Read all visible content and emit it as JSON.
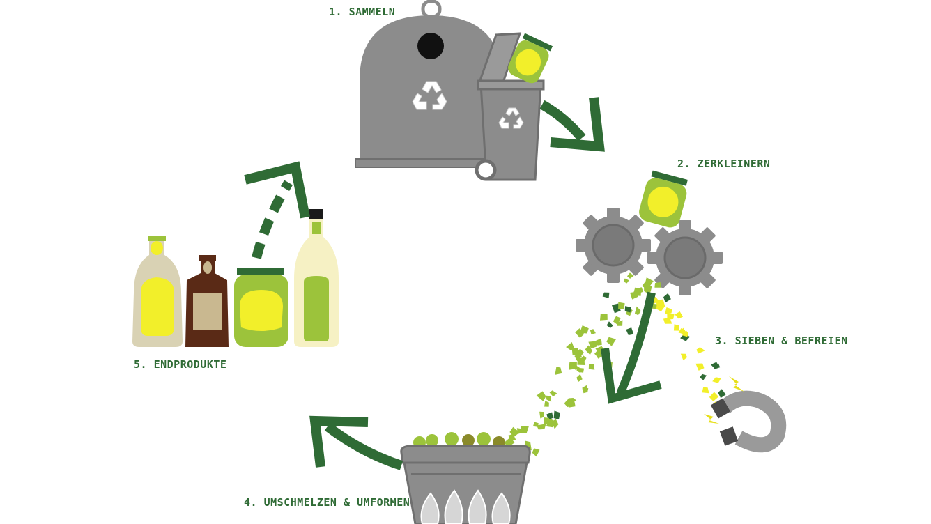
{
  "colors": {
    "dark_green": "#2f6b35",
    "light_green": "#9cc33b",
    "yellow_green": "#e7ef3a",
    "yellow": "#f2ef2a",
    "gray": "#8c8c8c",
    "light_gray": "#bdbdbd",
    "brown": "#5a2a16",
    "beige": "#d9d2b4"
  },
  "steps": [
    {
      "label": "1. SAMMELN",
      "icon": "recycling-container-icon"
    },
    {
      "label": "2. ZERKLEINERN",
      "icon": "gear-icon"
    },
    {
      "label": "3. SIEBEN & BEFREIEN",
      "icon": "magnet-icon"
    },
    {
      "label": "4. UMSCHMELZEN & UMFORMEN",
      "icon": "furnace-icon"
    },
    {
      "label": "5. ENDPRODUKTE",
      "icon": "bottles-icon"
    }
  ]
}
